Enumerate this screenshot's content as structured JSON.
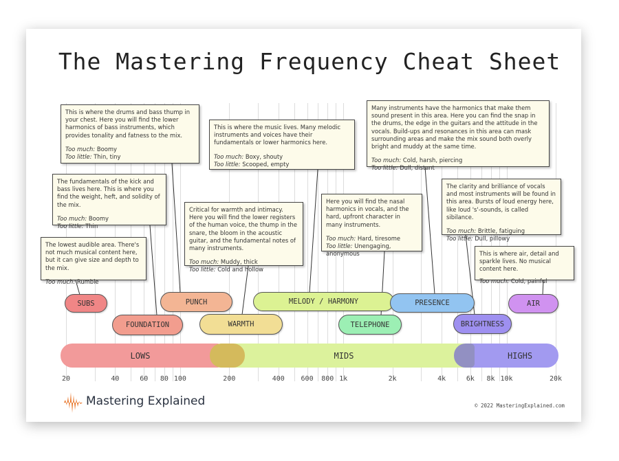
{
  "title": "The Mastering Frequency Cheat Sheet",
  "colors": {
    "subs": "#f08686",
    "foundation": "#f29d8e",
    "punch": "#f3b594",
    "warmth": "#f2de95",
    "melody": "#dcf293",
    "telephone": "#9cefb4",
    "presence": "#92c4f1",
    "brightness": "#9e90f0",
    "air": "#d092f0",
    "lows": "#f29a9a",
    "mids": "#dcf29c",
    "highs": "#a29af0",
    "lows_mids_overlap": "#d4ba5c",
    "mids_highs_overlap": "#9290c2",
    "logo": "#e8762a"
  },
  "boxes": {
    "punch": {
      "text": "This is where the drums and bass thump in your chest. Here you will find the lower harmonics of bass instruments, which provides tonality and fatness to the mix.",
      "too_much_label": "Too much:",
      "too_much": "Boomy",
      "too_little_label": "Too little:",
      "too_little": "Thin, tiny"
    },
    "melody": {
      "text": "This is where the music lives. Many melodic instruments and voices have their fundamentals or lower harmonics here.",
      "too_much_label": "Too much:",
      "too_much": "Boxy, shouty",
      "too_little_label": "Too little:",
      "too_little": "Scooped, empty"
    },
    "foundation": {
      "text": "The fundamentals of the kick and bass lives here. This is where you find the weight, heft, and solidity of the mix.",
      "too_much_label": "Too much:",
      "too_much": "Boomy",
      "too_little_label": "Too little:",
      "too_little": "Thin"
    },
    "warmth": {
      "text": "Critical for warmth and intimacy. Here you will find the lower registers of the human voice, the thump in the snare, the bloom in the acoustic guitar, and the fundamental notes of many instruments.",
      "too_much_label": "Too much:",
      "too_much": "Muddy, thick",
      "too_little_label": "Too little:",
      "too_little": "Cold and hollow"
    },
    "subs": {
      "text": "The lowest audible area. There's not much musical content here, but it can give size and depth to the mix.",
      "too_much_label": "Too much:",
      "too_much": "Rumble"
    },
    "presence": {
      "text": "Many instruments have the harmonics that make them sound present in this area. Here you can find the snap in the drums, the edge in the guitars and the attitude in the vocals. Build-ups and resonances in this area can mask surrounding areas and make the mix sound both overly bright and muddy at the same time.",
      "too_much_label": "Too much:",
      "too_much": "Cold, harsh, piercing",
      "too_little_label": "Too little:",
      "too_little": "Dull, distant"
    },
    "telephone": {
      "text": "Here you will find the nasal harmonics in vocals, and the hard, upfront character in many instruments.",
      "too_much_label": "Too much:",
      "too_much": "Hard, tiresome",
      "too_little_label": "Too little:",
      "too_little": "Unengaging, anonymous"
    },
    "brightness": {
      "text": "The clarity and brilliance of vocals and most instruments will be found in this area. Bursts of loud energy here, like loud 's'-sounds, is called sibilance.",
      "too_much_label": "Too much:",
      "too_much": "Brittle, fatiguing",
      "too_little_label": "Too little:",
      "too_little": "Dull, pillowy"
    },
    "air": {
      "text": "This is where air, detail and sparkle lives. No musical content here.",
      "too_much_label": "Too much:",
      "too_much": "Cold, painful"
    }
  },
  "pills": {
    "subs": "SUBS",
    "foundation": "FOUNDATION",
    "punch": "PUNCH",
    "warmth": "WARMTH",
    "melody": "MELODY / HARMONY",
    "telephone": "TELEPHONE",
    "presence": "PRESENCE",
    "brightness": "BRIGHTNESS",
    "air": "AIR"
  },
  "bands": {
    "lows": "LOWS",
    "mids": "MIDS",
    "highs": "HIGHS"
  },
  "axis": {
    "min_hz": 20,
    "max_hz": 20000,
    "grid_hz": [
      20,
      30,
      40,
      50,
      60,
      70,
      80,
      90,
      100,
      200,
      300,
      400,
      500,
      600,
      700,
      800,
      900,
      1000,
      2000,
      3000,
      4000,
      5000,
      6000,
      7000,
      8000,
      9000,
      10000,
      20000
    ],
    "ticks": [
      {
        "hz": 20,
        "label": "20"
      },
      {
        "hz": 40,
        "label": "40"
      },
      {
        "hz": 60,
        "label": "60"
      },
      {
        "hz": 80,
        "label": "80"
      },
      {
        "hz": 100,
        "label": "100"
      },
      {
        "hz": 200,
        "label": "200"
      },
      {
        "hz": 400,
        "label": "400"
      },
      {
        "hz": 600,
        "label": "600"
      },
      {
        "hz": 800,
        "label": "800"
      },
      {
        "hz": 1000,
        "label": "1k"
      },
      {
        "hz": 2000,
        "label": "2k"
      },
      {
        "hz": 4000,
        "label": "4k"
      },
      {
        "hz": 6000,
        "label": "6k"
      },
      {
        "hz": 8000,
        "label": "8k"
      },
      {
        "hz": 10000,
        "label": "10k"
      },
      {
        "hz": 20000,
        "label": "20k"
      }
    ]
  },
  "footer": {
    "brand": "Mastering Explained",
    "copyright": "© 2022 MasteringExplained.com"
  }
}
